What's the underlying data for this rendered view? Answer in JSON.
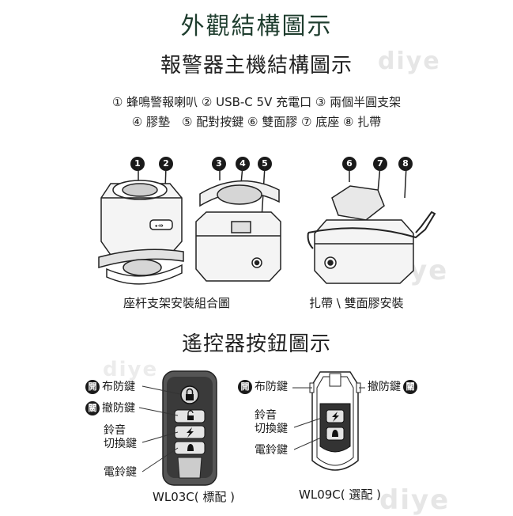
{
  "title": "外觀結構圖示",
  "subtitle": "報警器主機結構圖示",
  "legend_line1": "① 蜂鳴警報喇叭 ② USB-C 5V 充電口 ③ 兩個半圓支架",
  "legend_line2": "④ 膠墊　⑤ 配對按鍵 ⑥ 雙面膠 ⑦ 底座 ⑧ 扎帶",
  "numbers": [
    "1",
    "2",
    "3",
    "4",
    "5",
    "6",
    "7",
    "8"
  ],
  "caption_left": "座杆支架安裝組合圖",
  "caption_right": "扎帶 \\ 雙面膠安裝",
  "remote_title": "遙控器按鈕圖示",
  "watermark": "diye",
  "remote_left": {
    "arm_badge": "開",
    "arm_label": "布防鍵",
    "disarm_badge": "關",
    "disarm_label": "撤防鍵",
    "ring_label_1": "鈴音",
    "ring_label_2": "切換鍵",
    "bell_label": "電鈴鍵",
    "model": "WL03C( 標配 )"
  },
  "remote_right": {
    "arm_badge": "開",
    "arm_label": "布防鍵",
    "disarm_badge": "關",
    "disarm_label": "撤防鍵",
    "ring_label_1": "鈴音",
    "ring_label_2": "切換鍵",
    "bell_label": "電鈴鍵",
    "model": "WL09C( 選配 )"
  },
  "icons": [
    "lock-icon",
    "unlock-icon",
    "lightning-icon",
    "bell-icon",
    "usb-icon"
  ]
}
